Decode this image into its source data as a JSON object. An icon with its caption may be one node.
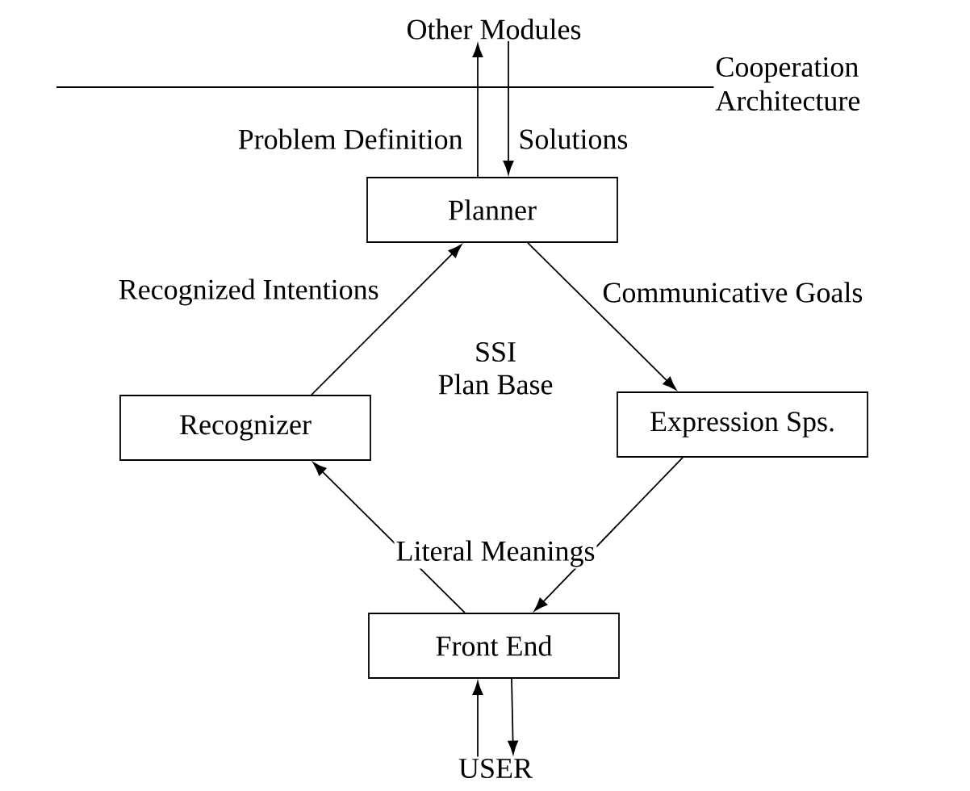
{
  "diagram": {
    "nodes": [
      {
        "text": [
          "Other Modules"
        ]
      },
      {
        "text": [
          "Planner"
        ]
      },
      {
        "text": [
          "Recognizer"
        ]
      },
      {
        "text": [
          "Expression Sps."
        ]
      },
      {
        "text": [
          "Front End"
        ]
      },
      {
        "text": [
          "USER"
        ]
      }
    ],
    "edges": [
      {
        "from": 1,
        "to": 0,
        "arrow": "to",
        "label": "Problem Definition"
      },
      {
        "from": 0,
        "to": 1,
        "arrow": "to",
        "label": "Solutions"
      },
      {
        "from": 2,
        "to": 1,
        "arrow": "to",
        "label": "Recognized Intentions"
      },
      {
        "from": 1,
        "to": 3,
        "arrow": "to",
        "label": "Communicative Goals"
      },
      {
        "from": 4,
        "to": 2,
        "arrow": "to"
      },
      {
        "from": 3,
        "to": 4,
        "arrow": "to"
      },
      {
        "from": 5,
        "to": 4,
        "arrow": "to"
      },
      {
        "from": 4,
        "to": 5,
        "arrow": "to"
      }
    ],
    "labels": [
      "Cooperation Architecture",
      "SSI",
      "Plan Base",
      "Literal Meanings"
    ]
  }
}
